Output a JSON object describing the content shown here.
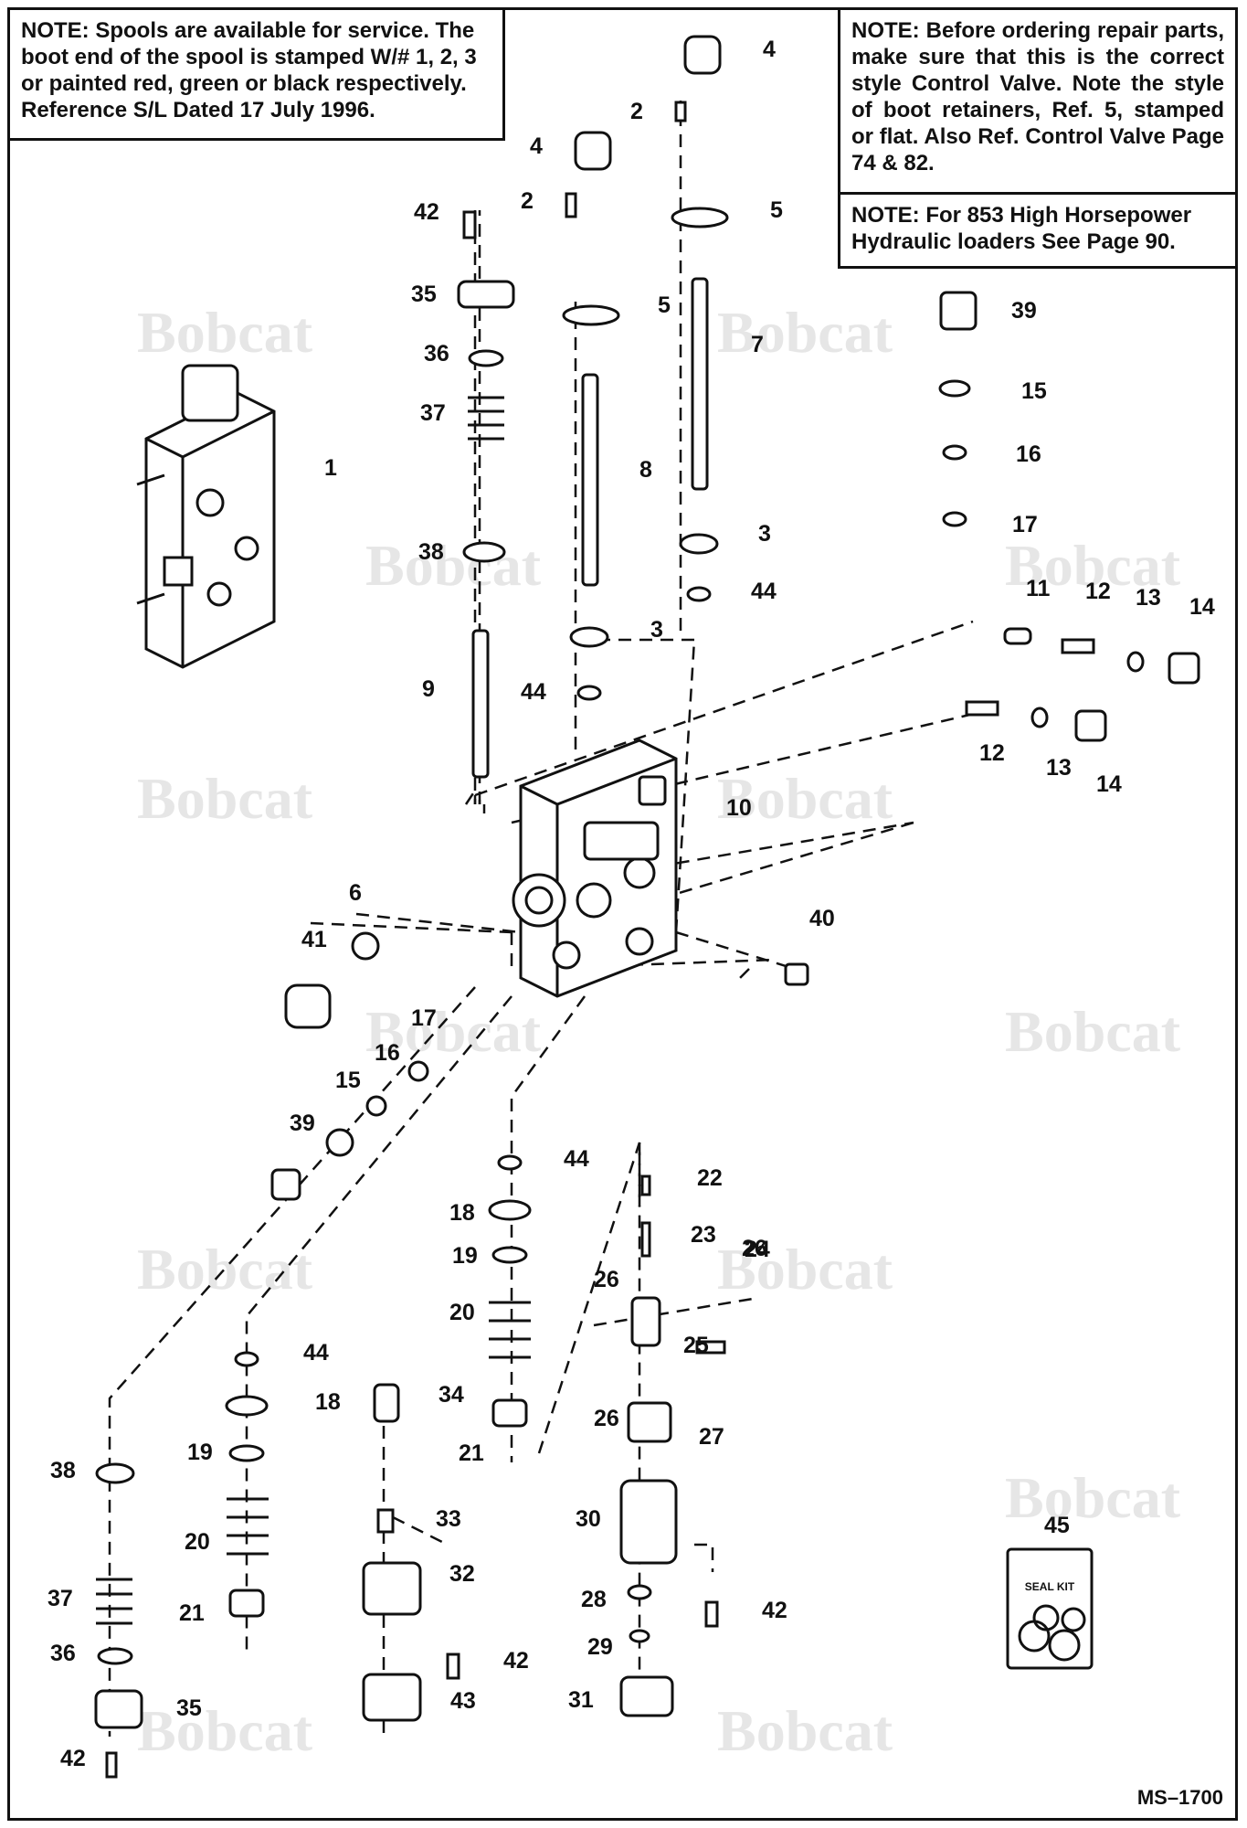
{
  "notes": {
    "service": {
      "label": "NOTE:",
      "text": "Spools are available for service.  The boot end of the spool is stamped W/# 1, 2, 3 or painted red, green or black respectively. Reference S/L Dated 17 July 1996."
    },
    "ordering": {
      "label": "NOTE:",
      "text": "Before ordering repair parts, make sure that this is the correct style Control Valve. Note the style of boot retainers, Ref. 5, stamped or flat.  Also Ref. Control Valve Page 74 & 82."
    },
    "high_horsepower": {
      "label": "NOTE:",
      "text": "For 853 High Horsepower Hydraulic loaders See Page 90."
    }
  },
  "watermark": {
    "text": "Bobcat"
  },
  "seal_kit": {
    "label": "SEAL KIT"
  },
  "drawing_code": "MS–1700",
  "callouts": [
    {
      "ref": "1"
    },
    {
      "ref": "2"
    },
    {
      "ref": "2"
    },
    {
      "ref": "3"
    },
    {
      "ref": "3"
    },
    {
      "ref": "4"
    },
    {
      "ref": "4"
    },
    {
      "ref": "5"
    },
    {
      "ref": "5"
    },
    {
      "ref": "6"
    },
    {
      "ref": "7"
    },
    {
      "ref": "8"
    },
    {
      "ref": "9"
    },
    {
      "ref": "10"
    },
    {
      "ref": "11"
    },
    {
      "ref": "12"
    },
    {
      "ref": "12"
    },
    {
      "ref": "13"
    },
    {
      "ref": "13"
    },
    {
      "ref": "14"
    },
    {
      "ref": "14"
    },
    {
      "ref": "15"
    },
    {
      "ref": "15"
    },
    {
      "ref": "16"
    },
    {
      "ref": "16"
    },
    {
      "ref": "17"
    },
    {
      "ref": "17"
    },
    {
      "ref": "18"
    },
    {
      "ref": "18"
    },
    {
      "ref": "19"
    },
    {
      "ref": "19"
    },
    {
      "ref": "20"
    },
    {
      "ref": "20"
    },
    {
      "ref": "21"
    },
    {
      "ref": "21"
    },
    {
      "ref": "22"
    },
    {
      "ref": "23"
    },
    {
      "ref": "24"
    },
    {
      "ref": "25"
    },
    {
      "ref": "26"
    },
    {
      "ref": "26"
    },
    {
      "ref": "26"
    },
    {
      "ref": "27"
    },
    {
      "ref": "28"
    },
    {
      "ref": "29"
    },
    {
      "ref": "30"
    },
    {
      "ref": "31"
    },
    {
      "ref": "32"
    },
    {
      "ref": "33"
    },
    {
      "ref": "34"
    },
    {
      "ref": "35"
    },
    {
      "ref": "35"
    },
    {
      "ref": "36"
    },
    {
      "ref": "36"
    },
    {
      "ref": "37"
    },
    {
      "ref": "37"
    },
    {
      "ref": "38"
    },
    {
      "ref": "38"
    },
    {
      "ref": "39"
    },
    {
      "ref": "39"
    },
    {
      "ref": "40"
    },
    {
      "ref": "41"
    },
    {
      "ref": "42"
    },
    {
      "ref": "42"
    },
    {
      "ref": "42"
    },
    {
      "ref": "42"
    },
    {
      "ref": "43"
    },
    {
      "ref": "44"
    },
    {
      "ref": "44"
    },
    {
      "ref": "44"
    },
    {
      "ref": "44"
    },
    {
      "ref": "45"
    }
  ]
}
